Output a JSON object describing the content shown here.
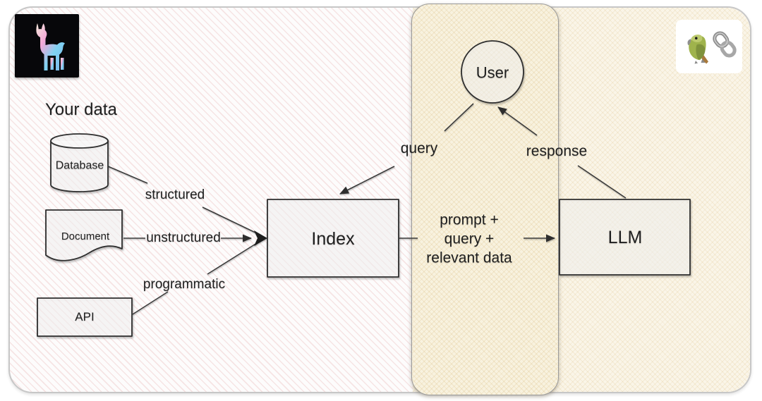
{
  "colors": {
    "left_bg": "#fdfcfc",
    "left_hatch_pink": "#e09e9e",
    "cream_bg": "#faf5e8",
    "band_bg": "#f8f2df",
    "band_border": "#9a9a9a",
    "outer_border": "#c7c7c7",
    "shape_stroke": "#2d2d2d",
    "text": "#1f1f1f",
    "logo_bg": "#07070a",
    "llama_gradient": [
      "#f6ecdc",
      "#f4a8d8",
      "#7fd2f2",
      "#7db4ec"
    ]
  },
  "icons": {
    "llama": "llama-icon",
    "parrot": "parrot-icon",
    "chain": "chain-link-icon"
  },
  "diagram": {
    "section_title": "Your data",
    "sources": [
      {
        "label": "Database",
        "shape": "cylinder",
        "edge_label": "structured"
      },
      {
        "label": "Document",
        "shape": "document",
        "edge_label": "unstructured"
      },
      {
        "label": "API",
        "shape": "rectangle",
        "edge_label": "programmatic"
      }
    ],
    "index_node": {
      "label": "Index"
    },
    "llm_node": {
      "label": "LLM"
    },
    "user_node": {
      "label": "User"
    },
    "flows": {
      "query": "query",
      "response": "response",
      "prompt_line1": "prompt +",
      "prompt_line2": "query +",
      "prompt_line3": "relevant data"
    }
  }
}
